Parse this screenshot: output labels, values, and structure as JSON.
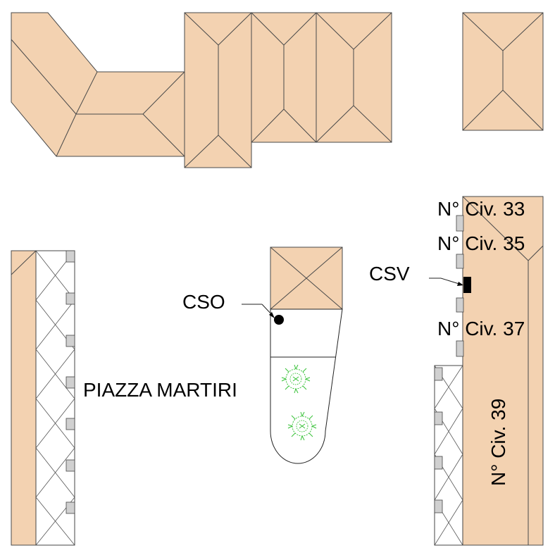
{
  "labels": {
    "square": "PIAZZA MARTIRI",
    "cso": "CSO",
    "csv": "CSV",
    "civ33": "N° Civ. 33",
    "civ35": "N° Civ. 35",
    "civ37": "N° Civ. 37",
    "civ39": "N° Civ. 39"
  },
  "colors": {
    "roof": "#f3d2b1",
    "tree": "#39c239",
    "marker": "#000000"
  }
}
